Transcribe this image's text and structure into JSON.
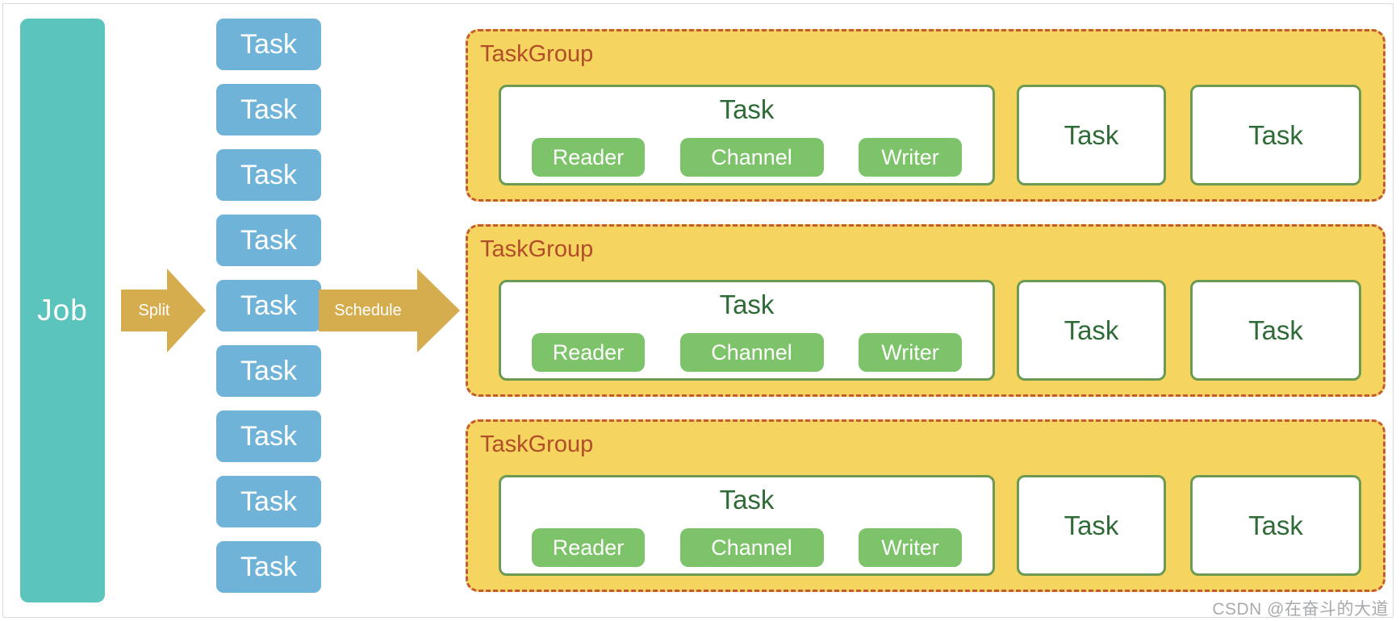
{
  "job": {
    "label": "Job"
  },
  "arrows": {
    "split_label": "Split",
    "schedule_label": "Schedule"
  },
  "task_column": {
    "label": "Task",
    "count": 9
  },
  "task_groups": [
    {
      "label": "TaskGroup",
      "main_task": {
        "label": "Task",
        "components": [
          "Reader",
          "Channel",
          "Writer"
        ]
      },
      "tasks": [
        "Task",
        "Task"
      ]
    },
    {
      "label": "TaskGroup",
      "main_task": {
        "label": "Task",
        "components": [
          "Reader",
          "Channel",
          "Writer"
        ]
      },
      "tasks": [
        "Task",
        "Task"
      ]
    },
    {
      "label": "TaskGroup",
      "main_task": {
        "label": "Task",
        "components": [
          "Reader",
          "Channel",
          "Writer"
        ]
      },
      "tasks": [
        "Task",
        "Task"
      ]
    }
  ],
  "watermark": "CSDN @在奋斗的大道",
  "colors": {
    "job_teal": "#5BC4BD",
    "task_blue": "#6FB4D8",
    "arrow_gold": "#D5AD4F",
    "group_yellow": "#F5D55F",
    "group_dashed_border": "#C45B33",
    "group_title_rust": "#B14D28",
    "component_green": "#7DC369",
    "box_border_green": "#6C9A53",
    "task_text_green": "#2F6B36",
    "frame_gray": "#DADADA",
    "watermark_gray": "#A7AAAE"
  }
}
